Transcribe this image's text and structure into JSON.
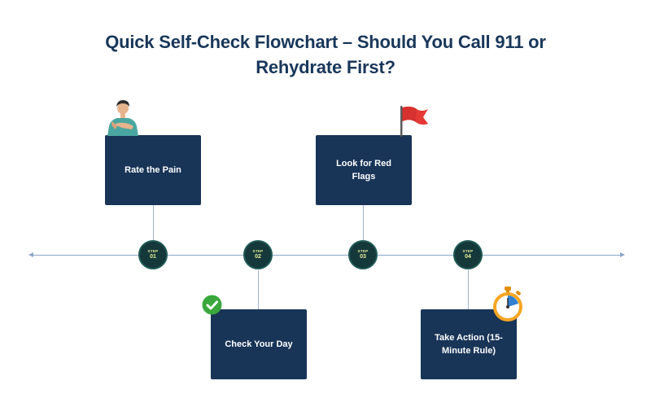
{
  "title": {
    "line1": "Quick Self-Check Flowchart – Should You Call 911 or",
    "line2": "Rehydrate First?"
  },
  "steps": [
    {
      "label": "STEP",
      "number": "01",
      "text": "Rate the Pain",
      "icon": "person-in-pain-icon"
    },
    {
      "label": "STEP",
      "number": "02",
      "text": "Check Your Day",
      "icon": "checkmark-icon"
    },
    {
      "label": "STEP",
      "number": "03",
      "text": "Look for Red Flags",
      "icon": "red-flag-icon"
    },
    {
      "label": "STEP",
      "number": "04",
      "text": "Take Action (15-Minute Rule)",
      "icon": "stopwatch-icon"
    }
  ],
  "colors": {
    "title": "#19375a",
    "card": "#183457",
    "node": "#15383a",
    "node_text": "#e9ef9a",
    "timeline": "#8aa6c6",
    "check": "#3aa83c",
    "flag": "#e53935",
    "stopwatch": "#f5a623"
  }
}
